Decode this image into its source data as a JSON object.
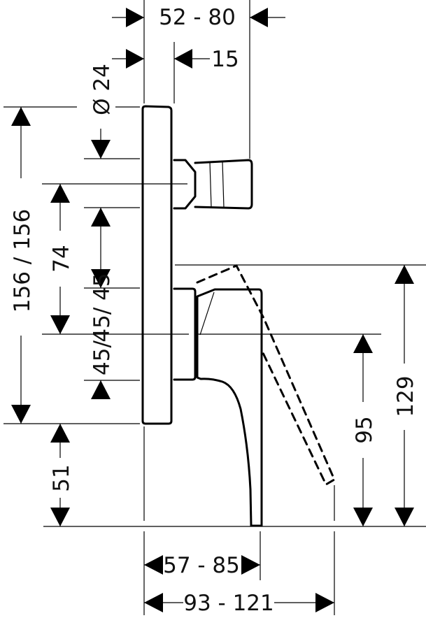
{
  "dimensions": {
    "top_width": "52 - 80",
    "valve_offset": "15",
    "diameter": "Ø 24",
    "total_height": "156 / 156",
    "upper_height": "74",
    "mid_spacing": "45/ 45",
    "lower_spacing": "45/",
    "bottom_height": "51",
    "spout_height": "95",
    "lever_height": "129",
    "projection": "57 - 85",
    "total_projection": "93 - 121"
  }
}
